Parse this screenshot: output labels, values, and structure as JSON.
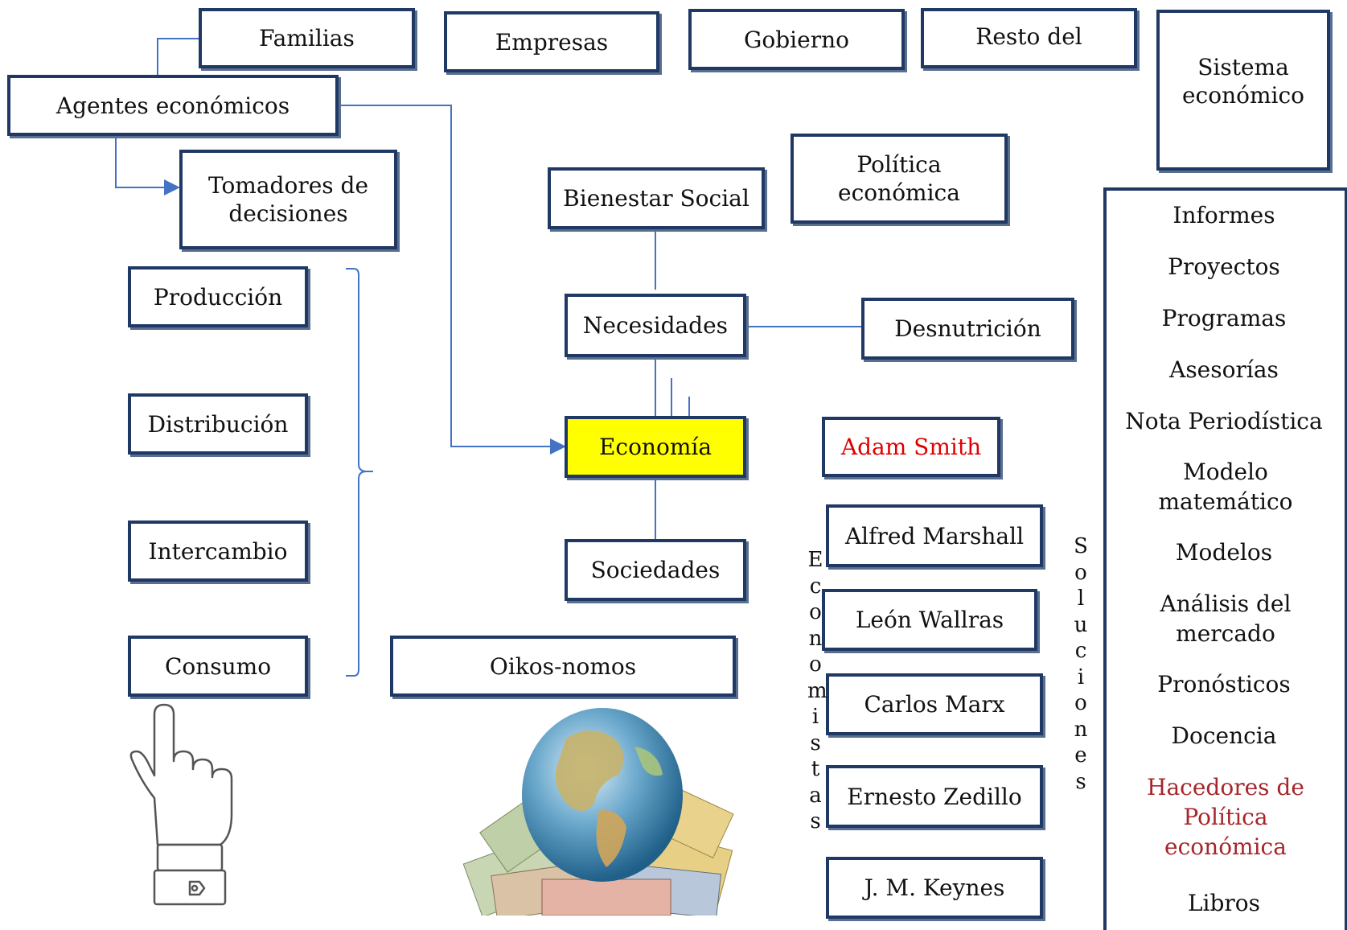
{
  "agents_row": {
    "familias": "Familias",
    "empresas": "Empresas",
    "gobierno": "Gobierno",
    "resto": "Resto del"
  },
  "left_col": {
    "agentes": "Agentes económicos",
    "tomadores": "Tomadores de decisiones"
  },
  "activities": [
    "Producción",
    "Distribución",
    "Intercambio",
    "Consumo"
  ],
  "center": {
    "bienestar": "Bienestar Social",
    "politica": "Política económica",
    "necesidades": "Necesidades",
    "desnutricion": "Desnutrición",
    "economia": "Economía",
    "sociedades": "Sociedades",
    "oikos": "Oikos-nomos"
  },
  "economists_label": "Economistas",
  "solutions_label": "Soluciones",
  "economists": [
    "Adam Smith",
    "Alfred Marshall",
    "León Wallras",
    "Carlos Marx",
    "Ernesto Zedillo",
    "J. M. Keynes"
  ],
  "sistema": "Sistema económico",
  "products": [
    "Informes",
    "Proyectos",
    "Programas",
    "Asesorías",
    "Nota Periodística",
    "Modelo matemático",
    "Modelos",
    "Análisis del mercado",
    "Pronósticos",
    "Docencia",
    "Hacedores de Política económica",
    "Libros"
  ],
  "colors": {
    "border": "#1f3864",
    "connector": "#4472c4",
    "highlight": "#ffff00",
    "smith_text": "#e00000",
    "hacedores_text": "#a6262b"
  },
  "icons": [
    "hand-pointer-icon",
    "globe-money-icon"
  ]
}
